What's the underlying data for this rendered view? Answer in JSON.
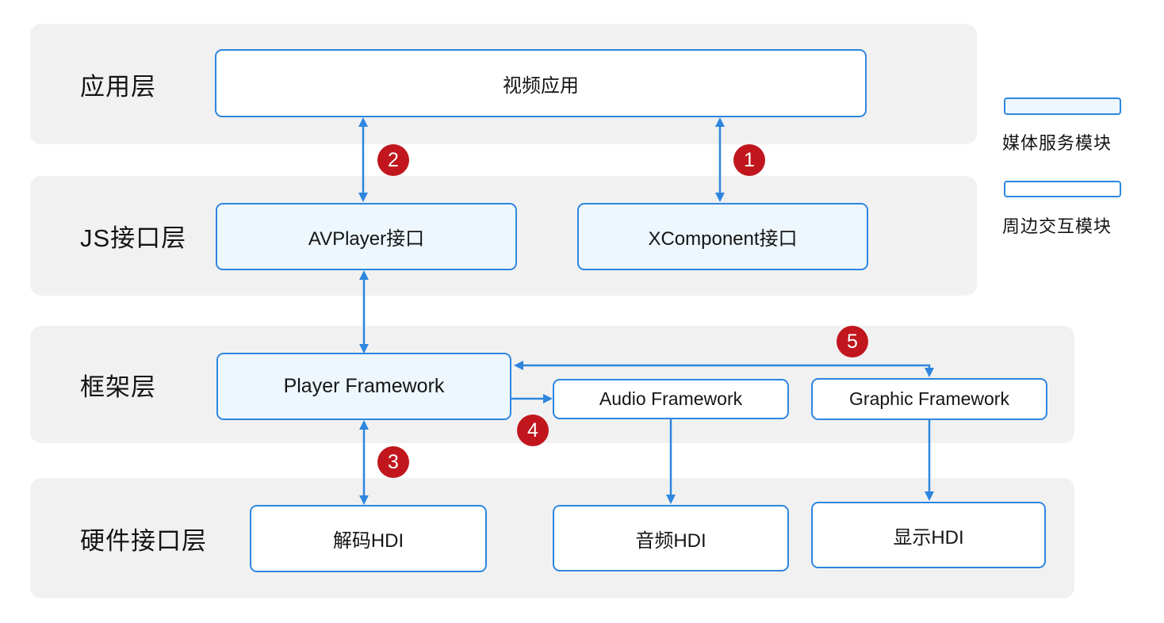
{
  "layers": [
    {
      "id": "app",
      "label": "应用层"
    },
    {
      "id": "js",
      "label": "JS接口层"
    },
    {
      "id": "framework",
      "label": "框架层"
    },
    {
      "id": "hardware",
      "label": "硬件接口层"
    }
  ],
  "nodes": {
    "video_app": {
      "label": "视频应用",
      "module_type": "peripheral"
    },
    "avplayer": {
      "label": "AVPlayer接口",
      "module_type": "media"
    },
    "xcomponent": {
      "label": "XComponent接口",
      "module_type": "media"
    },
    "player_framework": {
      "label": "Player Framework",
      "module_type": "media"
    },
    "audio_framework": {
      "label": "Audio Framework",
      "module_type": "peripheral"
    },
    "graphic_framework": {
      "label": "Graphic Framework",
      "module_type": "peripheral"
    },
    "decode_hdi": {
      "label": "解码HDI",
      "module_type": "peripheral"
    },
    "audio_hdi": {
      "label": "音频HDI",
      "module_type": "peripheral"
    },
    "display_hdi": {
      "label": "显示HDI",
      "module_type": "peripheral"
    }
  },
  "badges": {
    "b1": "1",
    "b2": "2",
    "b3": "3",
    "b4": "4",
    "b5": "5"
  },
  "connections": [
    {
      "from": "video_app",
      "to": "xcomponent",
      "badge": "1",
      "direction": "both"
    },
    {
      "from": "video_app",
      "to": "avplayer",
      "badge": "2",
      "direction": "both"
    },
    {
      "from": "avplayer",
      "to": "player_framework",
      "badge": "",
      "direction": "both"
    },
    {
      "from": "player_framework",
      "to": "decode_hdi",
      "badge": "3",
      "direction": "both"
    },
    {
      "from": "player_framework",
      "to": "audio_framework",
      "badge": "4",
      "direction": "forward"
    },
    {
      "from": "graphic_framework",
      "to": "player_framework",
      "badge": "5",
      "direction": "both"
    },
    {
      "from": "audio_framework",
      "to": "audio_hdi",
      "badge": "",
      "direction": "forward"
    },
    {
      "from": "graphic_framework",
      "to": "display_hdi",
      "badge": "",
      "direction": "forward"
    }
  ],
  "legend": [
    {
      "swatch": "media",
      "label": "媒体服务模块"
    },
    {
      "swatch": "peripheral",
      "label": "周边交互模块"
    }
  ],
  "colors": {
    "accent_blue": "#2e86de",
    "media_fill": "#eef7fe",
    "badge_red": "#c1161d",
    "band_gray": "#f1f1f2"
  }
}
